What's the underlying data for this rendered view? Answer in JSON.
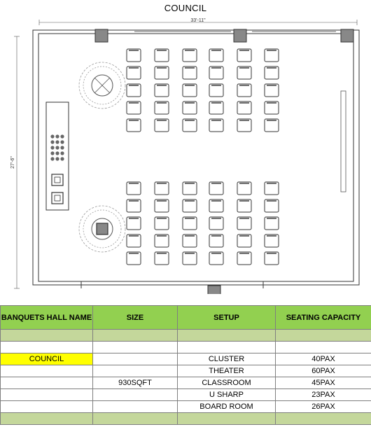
{
  "title": "COUNCIL",
  "dimensions": {
    "width": "33'-11\"",
    "depth": "27'-6\""
  },
  "table": {
    "headers": [
      "BANQUETS  HALL NAME",
      "SIZE",
      "SETUP",
      "SEATING CAPACITY"
    ],
    "hall_name": "COUNCIL",
    "size": "930SQFT",
    "rows": [
      {
        "setup": "CLUSTER",
        "capacity": "40PAX"
      },
      {
        "setup": "THEATER",
        "capacity": "60PAX"
      },
      {
        "setup": "CLASSROOM",
        "capacity": "45PAX"
      },
      {
        "setup": "U SHARP",
        "capacity": "23PAX"
      },
      {
        "setup": "BOARD ROOM",
        "capacity": "26PAX"
      }
    ]
  },
  "colors": {
    "header_green": "#92d050",
    "band_green": "#c4d79b",
    "highlight": "#ffff00"
  }
}
